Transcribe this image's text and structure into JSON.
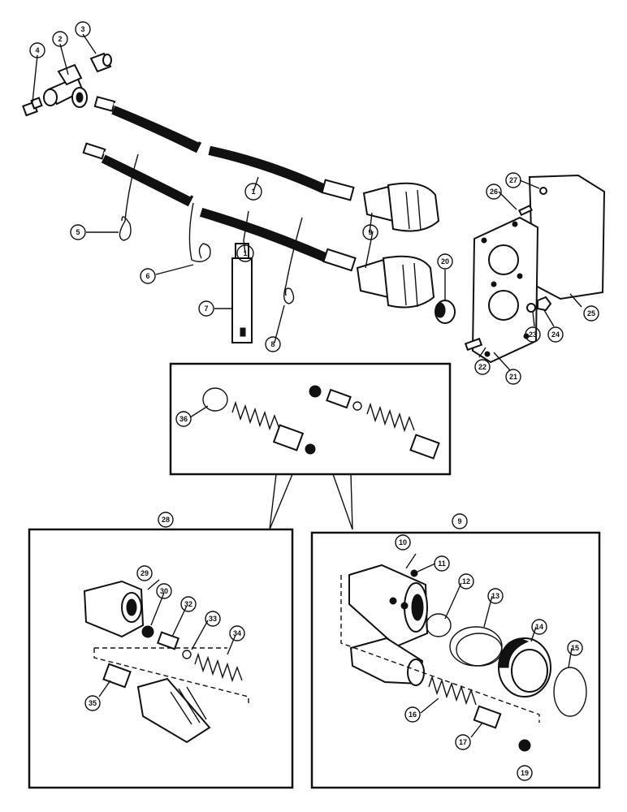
{
  "callouts": {
    "c1a": "1",
    "c1b": "1",
    "c2": "2",
    "c3": "3",
    "c4": "4",
    "c5": "5",
    "c6": "6",
    "c7": "7",
    "c8": "8",
    "c9a": "9",
    "c9b": "9",
    "c10": "10",
    "c11": "11",
    "c12": "12",
    "c13": "13",
    "c14": "14",
    "c15": "15",
    "c16": "16",
    "c17": "17",
    "c19": "19",
    "c20": "20",
    "c21": "21",
    "c22": "22",
    "c23": "23",
    "c24": "24",
    "c25": "25",
    "c26": "26",
    "c27": "27",
    "c28": "28",
    "c29": "29",
    "c30": "30",
    "c32": "32",
    "c33": "33",
    "c34": "34",
    "c35": "35",
    "c36": "36"
  }
}
